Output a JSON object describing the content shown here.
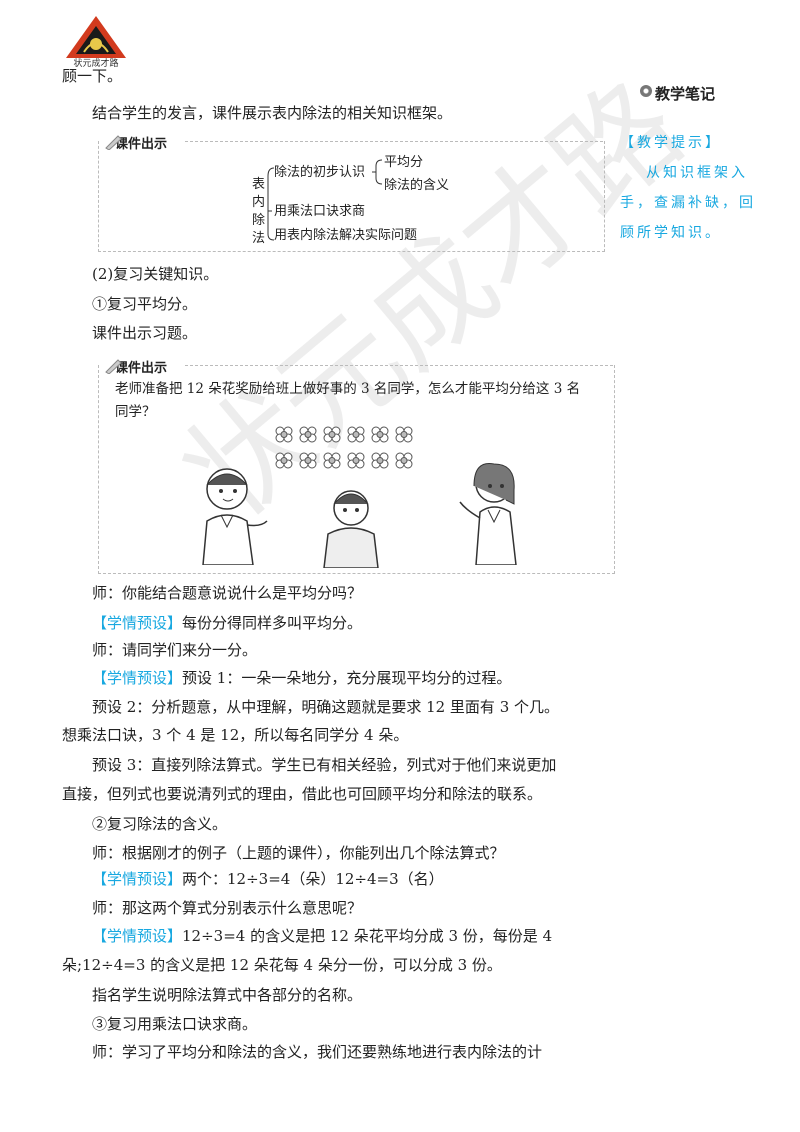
{
  "logo": {
    "caption": "状元成才路"
  },
  "watermark": "状元成才路",
  "notes": {
    "title": "教学笔记",
    "tip_label": "【教学提示】",
    "tip_lines": [
      "从知识框架入",
      "手，查漏补缺，回",
      "顾所学知识。"
    ]
  },
  "lines": {
    "l1": "顾一下。",
    "l2": "结合学生的发言，课件展示表内除法的相关知识框架。",
    "l3": "(2)复习关键知识。",
    "l4": "①复习平均分。",
    "l5": "课件出示习题。",
    "l6": "师：你能结合题意说说什么是平均分吗？",
    "l7_tag": "【学情预设】",
    "l7": "每份分得同样多叫平均分。",
    "l8": "师：请同学们来分一分。",
    "l9_tag": "【学情预设】",
    "l9": "预设 1：一朵一朵地分，充分展现平均分的过程。",
    "l10": "预设 2：分析题意，从中理解，明确这题就是要求 12 里面有 3 个几。",
    "l11": "想乘法口诀，3 个 4 是 12，所以每名同学分 4 朵。",
    "l12": "预设 3：直接列除法算式。学生已有相关经验，列式对于他们来说更加",
    "l13": "直接，但列式也要说清列式的理由，借此也可回顾平均分和除法的联系。",
    "l14": "②复习除法的含义。",
    "l15": "师：根据刚才的例子（上题的课件），你能列出几个除法算式？",
    "l16_tag": "【学情预设】",
    "l16": "两个：12÷3=4（朵）12÷4=3（名）",
    "l17": "师：那这两个算式分别表示什么意思呢？",
    "l18_tag": "【学情预设】",
    "l18": "12÷3=4 的含义是把 12 朵花平均分成 3 份，每份是 4",
    "l19": "朵;12÷4=3 的含义是把 12 朵花每 4 朵分一份，可以分成 3 份。",
    "l20": "指名学生说明除法算式中各部分的名称。",
    "l21": "③复习用乘法口诀求商。",
    "l22": "师：学习了平均分和除法的含义，我们还要熟练地进行表内除法的计"
  },
  "box1": {
    "header": "课件出示",
    "root": [
      "表",
      "内",
      "除",
      "法"
    ],
    "branch1": "除法的初步认识",
    "branch1a": "平均分",
    "branch1b": "除法的含义",
    "branch2": "用乘法口诀求商",
    "branch3": "用表内除法解决实际问题"
  },
  "box2": {
    "header": "课件出示",
    "q1": "老师准备把 12 朵花奖励给班上做好事的 3 名同学，怎么才能平均分给这 3 名",
    "q2": "同学？"
  }
}
